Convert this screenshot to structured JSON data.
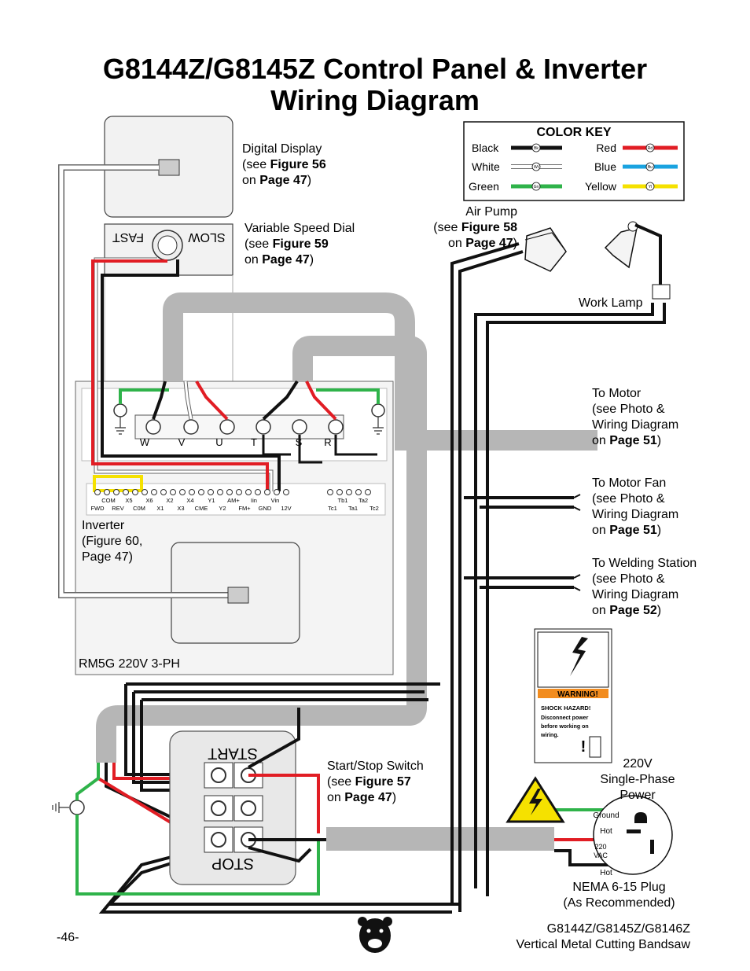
{
  "title": {
    "line1": "G8144Z/G8145Z Control Panel & Inverter",
    "line2": "Wiring Diagram"
  },
  "color_key": {
    "heading": "COLOR KEY",
    "items": [
      {
        "name": "Black",
        "abbr": "Bk",
        "color": "#111111"
      },
      {
        "name": "White",
        "abbr": "Wt",
        "color": "#ffffff"
      },
      {
        "name": "Green",
        "abbr": "Gn",
        "color": "#2fb34a"
      },
      {
        "name": "Red",
        "abbr": "Rd",
        "color": "#e11d24"
      },
      {
        "name": "Blue",
        "abbr": "Bu",
        "color": "#1aa3e0"
      },
      {
        "name": "Yellow",
        "abbr": "Yl",
        "color": "#f5e100"
      }
    ]
  },
  "labels": {
    "digital_display": {
      "line1": "Digital Display",
      "line2a": "(see ",
      "line2b": "Figure 56",
      "line3a": "on ",
      "line3b": "Page 47",
      "line3c": ")"
    },
    "speed_dial": {
      "line1": "Variable Speed Dial",
      "line2a": "(see ",
      "line2b": "Figure 59",
      "line3a": "on ",
      "line3b": "Page 47",
      "line3c": ")"
    },
    "air_pump": {
      "line1": "Air Pump",
      "line2a": "(see ",
      "line2b": "Figure 58",
      "line3a": "on ",
      "line3b": "Page 47",
      "line3c": ")"
    },
    "work_lamp": "Work Lamp",
    "to_motor": {
      "line1": "To Motor",
      "line2": "(see Photo &",
      "line3": "Wiring Diagram",
      "line4a": "on ",
      "line4b": "Page 51",
      "line4c": ")"
    },
    "to_motor_fan": {
      "line1": "To Motor Fan",
      "line2": "(see Photo &",
      "line3": "Wiring Diagram",
      "line4a": "on ",
      "line4b": "Page 51",
      "line4c": ")"
    },
    "to_welding": {
      "line1": "To Welding Station",
      "line2": "(see Photo &",
      "line3": "Wiring Diagram",
      "line4a": "on ",
      "line4b": "Page 52",
      "line4c": ")"
    },
    "inverter": {
      "line1": "Inverter",
      "line2": "(Figure 60,",
      "line3": "Page 47)"
    },
    "inverter_model": "RM5G 220V 3-PH",
    "start_stop": {
      "line1": "Start/Stop Switch",
      "line2a": "(see ",
      "line2b": "Figure 57",
      "line3a": "on ",
      "line3b": "Page 47",
      "line3c": ")"
    },
    "power": {
      "line1": "220V",
      "line2": "Single-Phase",
      "line3": "Power"
    },
    "plug": {
      "line1": "NEMA 6-15 Plug",
      "line2": "(As Recommended)"
    },
    "plug_ground": "Ground",
    "plug_hot1": "Hot",
    "plug_vac1": "220",
    "plug_vac2": "VAC",
    "plug_hot2": "Hot",
    "dial_fast": "FAST",
    "dial_slow": "SLOW",
    "start": "START",
    "stop": "STOP",
    "warning": {
      "header": "WARNING!",
      "line1": "SHOCK HAZARD!",
      "line2": "Disconnect power",
      "line3": "before working on",
      "line4": "wiring."
    }
  },
  "terminals": {
    "power": [
      "W",
      "V",
      "U",
      "T",
      "S",
      "R"
    ],
    "control_top": [
      "COM",
      "X5",
      "X6",
      "X2",
      "X4",
      "Y1",
      "AM+",
      "Iin",
      "Vin"
    ],
    "control_bottom": [
      "FWD",
      "REV",
      "C0M",
      "X1",
      "X3",
      "CME",
      "Y2",
      "FM+",
      "GND",
      "12V"
    ],
    "relay_top": [
      "Tb1",
      "Ta2"
    ],
    "relay_bottom": [
      "Tc1",
      "Ta1",
      "Tc2"
    ]
  },
  "footer": {
    "page_number": "-46-",
    "model": "G8144Z/G8145Z/G8146Z",
    "product": "Vertical Metal Cutting Bandsaw"
  }
}
